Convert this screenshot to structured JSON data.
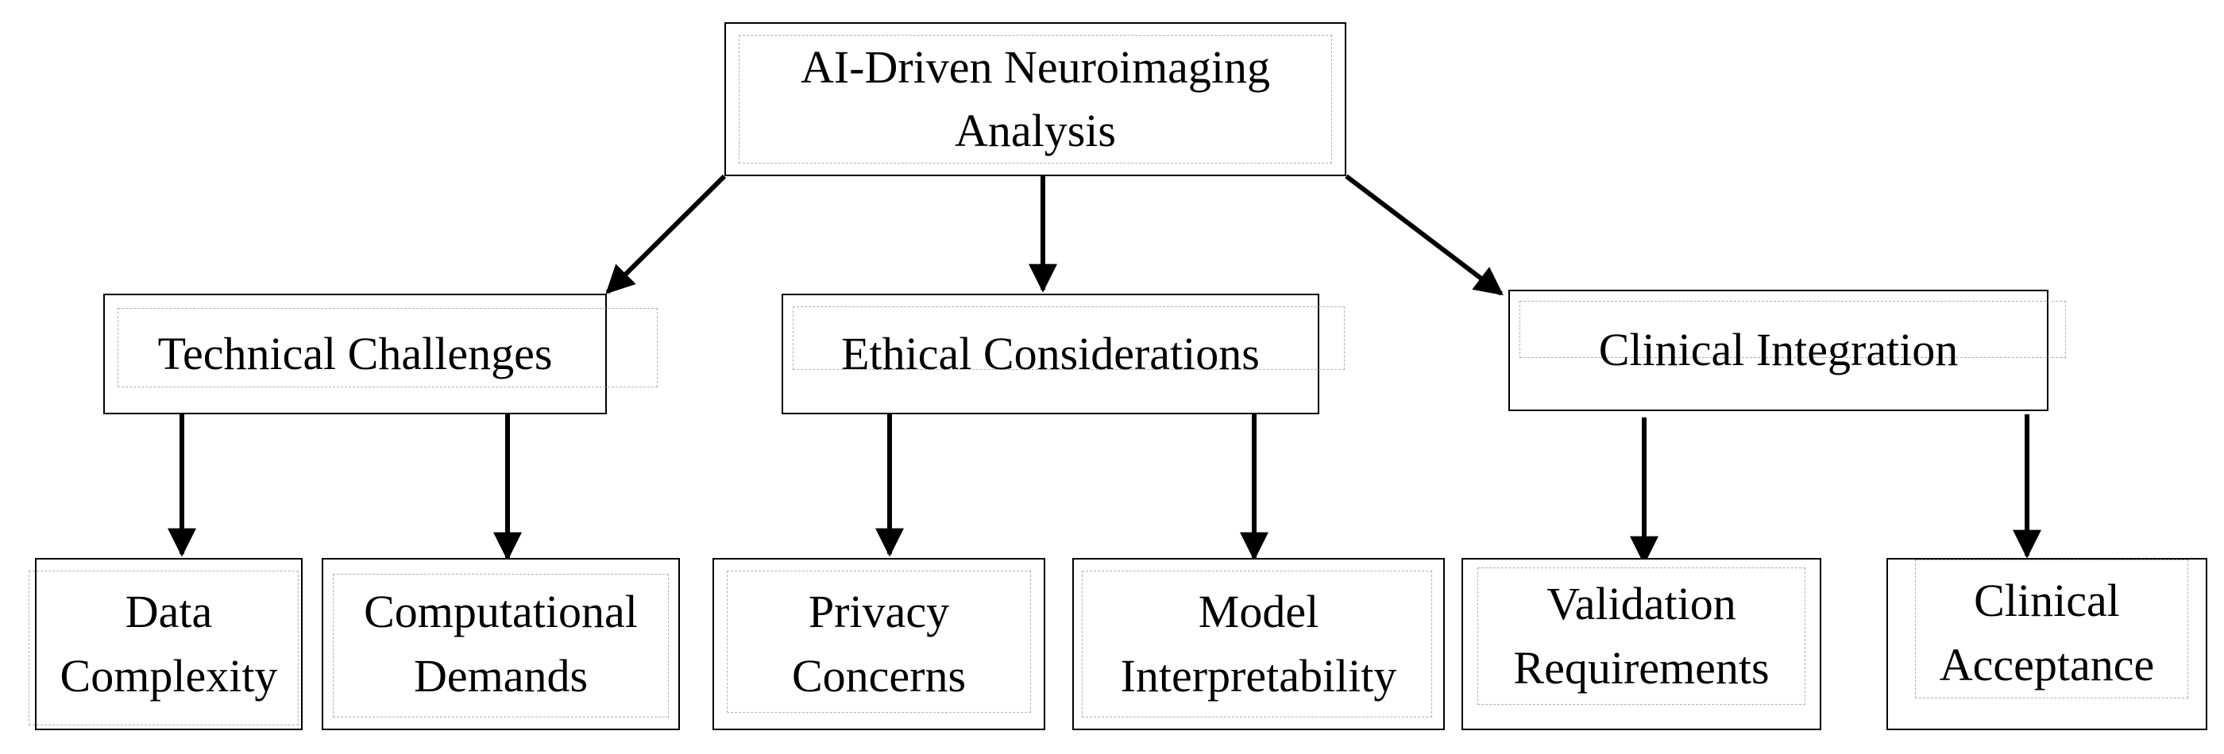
{
  "diagram": {
    "root": {
      "label": "AI-Driven Neuroimaging\nAnalysis"
    },
    "branches": [
      {
        "label": "Technical Challenges",
        "children": [
          {
            "label": "Data\nComplexity"
          },
          {
            "label": "Computational\nDemands"
          }
        ]
      },
      {
        "label": "Ethical Considerations",
        "children": [
          {
            "label": "Privacy\nConcerns"
          },
          {
            "label": "Model\nInterpretability"
          }
        ]
      },
      {
        "label": "Clinical Integration",
        "children": [
          {
            "label": "Validation\nRequirements"
          },
          {
            "label": "Clinical\nAcceptance"
          }
        ]
      }
    ]
  }
}
